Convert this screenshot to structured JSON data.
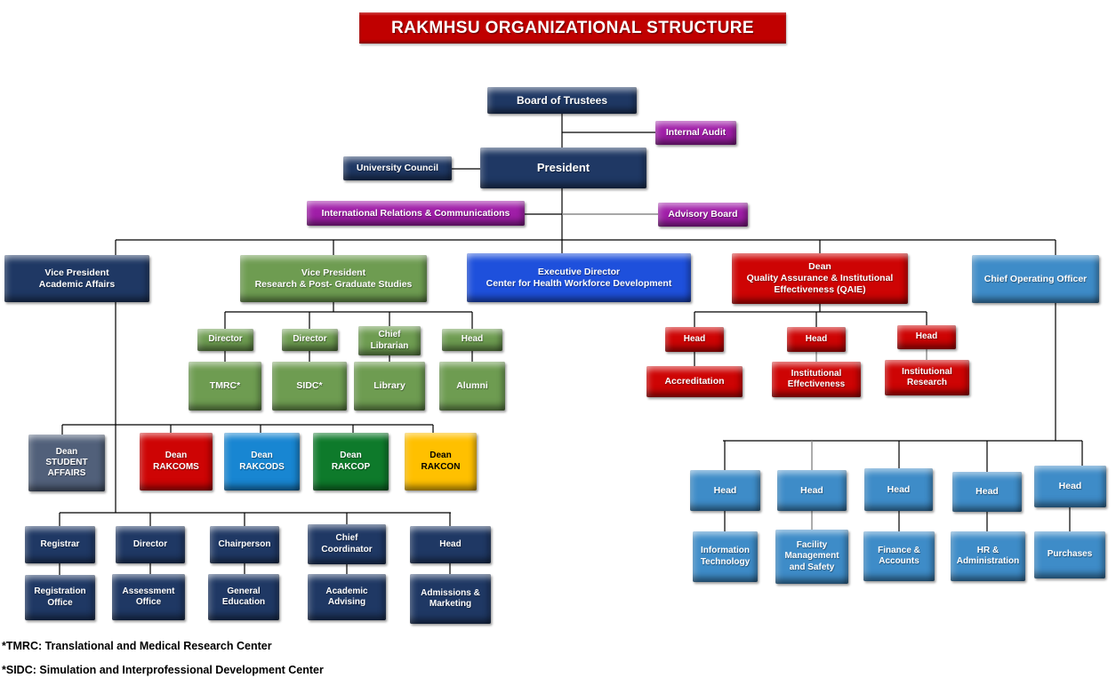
{
  "title": "RAKMHSU ORGANIZATIONAL STRUCTURE",
  "top": {
    "board_of_trustees": "Board of Trustees",
    "internal_audit": "Internal Audit",
    "university_council": "University Council",
    "president": "President",
    "international_relations": "International Relations & Communications",
    "advisory_board": "Advisory Board"
  },
  "branches": {
    "vp_academic": {
      "l1": "Vice President",
      "l2": "Academic Affairs"
    },
    "vp_research": {
      "l1": "Vice President",
      "l2": "Research & Post- Graduate Studies"
    },
    "exec_director": {
      "l1": "Executive Director",
      "l2": "Center for Health Workforce Development"
    },
    "dean_qaie": {
      "l1": "Dean",
      "l2": "Quality Assurance & Institutional Effectiveness (QAIE)"
    },
    "coo": {
      "l1": "Chief Operating Officer"
    }
  },
  "research_units": [
    {
      "head": "Director",
      "unit": "TMRC*"
    },
    {
      "head": "Director",
      "unit": "SIDC*"
    },
    {
      "head": "Chief Librarian",
      "unit": "Library"
    },
    {
      "head": "Head",
      "unit": "Alumni"
    }
  ],
  "qaie_units": [
    {
      "head": "Head",
      "unit": "Accreditation"
    },
    {
      "head": "Head",
      "unit": "Institutional Effectiveness"
    },
    {
      "head": "Head",
      "unit": "Institutional Research"
    }
  ],
  "deans": [
    {
      "l1": "Dean",
      "l2": "STUDENT AFFAIRS"
    },
    {
      "l1": "Dean",
      "l2": "RAKCOMS"
    },
    {
      "l1": "Dean",
      "l2": "RAKCODS"
    },
    {
      "l1": "Dean",
      "l2": "RAKCOP"
    },
    {
      "l1": "Dean",
      "l2": "RAKCON"
    }
  ],
  "academic_units": [
    {
      "head": "Registrar",
      "unit": "Registration Office"
    },
    {
      "head": "Director",
      "unit": "Assessment Office"
    },
    {
      "head": "Chairperson",
      "unit": "General Education"
    },
    {
      "head": "Chief Coordinator",
      "unit": "Academic Advising"
    },
    {
      "head": "Head",
      "unit": "Admissions & Marketing"
    }
  ],
  "operations_units": [
    {
      "head": "Head",
      "unit": "Information Technology"
    },
    {
      "head": "Head",
      "unit": "Facility Management and Safety"
    },
    {
      "head": "Head",
      "unit": "Finance & Accounts"
    },
    {
      "head": "Head",
      "unit": "HR & Administration"
    },
    {
      "head": "Head",
      "unit": "Purchases"
    }
  ],
  "footnotes": [
    "*TMRC: Translational and Medical Research Center",
    "*SIDC: Simulation and Interprofessional Development Center"
  ],
  "colors": {
    "title_red": "#C00000",
    "navy": "#1F3864",
    "purple": "#A01EA8",
    "green": "#6E9C51",
    "royal_blue": "#1E50DC",
    "red": "#CE0404",
    "steel_blue": "#3E8CC8",
    "slate": "#51607A",
    "azure": "#1886D2",
    "dark_green": "#0E7A2B",
    "yellow": "#FFC000"
  }
}
